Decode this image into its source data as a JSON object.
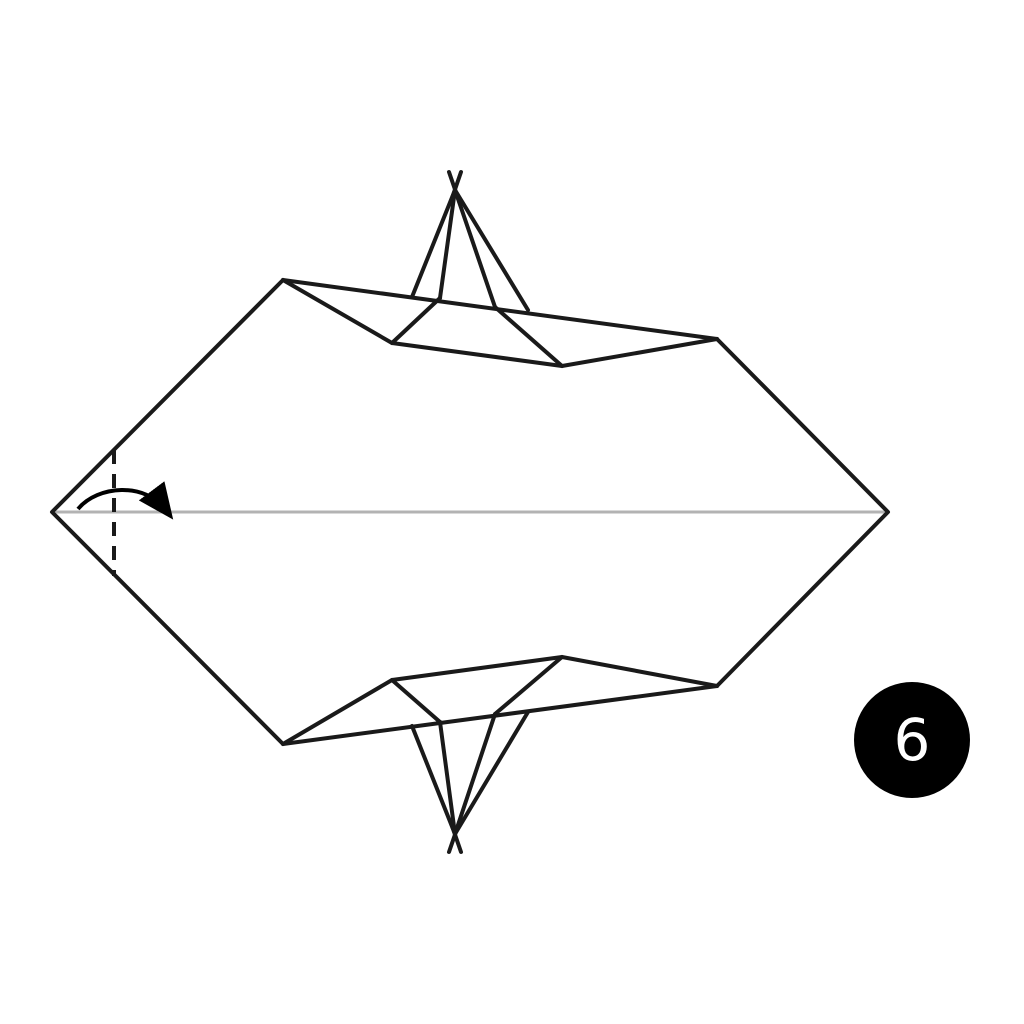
{
  "step": {
    "number": "6"
  },
  "colors": {
    "background": "#ffffff",
    "line": "#1a1a1a",
    "centerline": "#b3b3b3",
    "badge": "#000000",
    "badge_text": "#ffffff"
  },
  "instruction_icons": [
    "valley-fold-line",
    "fold-over-arrow"
  ]
}
